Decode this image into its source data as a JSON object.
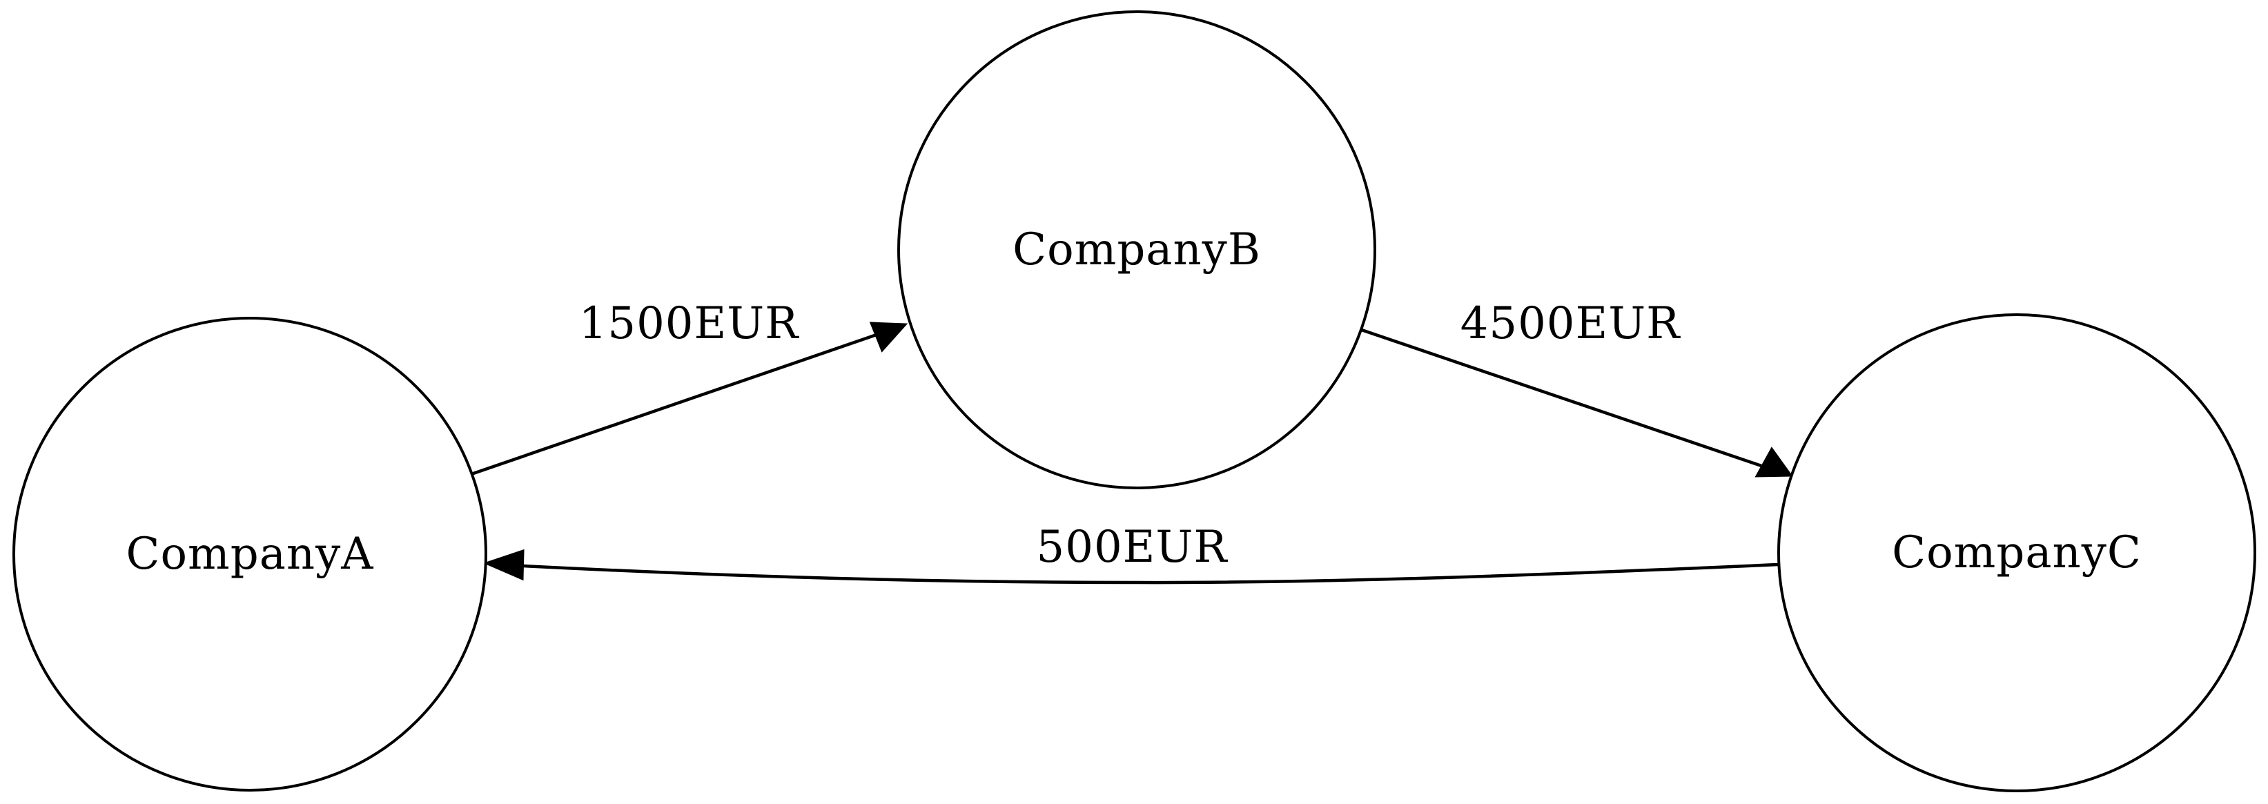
{
  "diagram": {
    "type": "directed-graph",
    "colors": {
      "background": "#ffffff",
      "stroke": "#000000",
      "text": "#000000"
    },
    "nodes": [
      {
        "id": "CompanyA",
        "label": "CompanyA",
        "shape": "circle"
      },
      {
        "id": "CompanyB",
        "label": "CompanyB",
        "shape": "circle"
      },
      {
        "id": "CompanyC",
        "label": "CompanyC",
        "shape": "circle"
      }
    ],
    "edges": [
      {
        "from": "CompanyA",
        "to": "CompanyB",
        "label": "1500EUR"
      },
      {
        "from": "CompanyB",
        "to": "CompanyC",
        "label": "4500EUR"
      },
      {
        "from": "CompanyC",
        "to": "CompanyA",
        "label": "500EUR"
      }
    ]
  }
}
